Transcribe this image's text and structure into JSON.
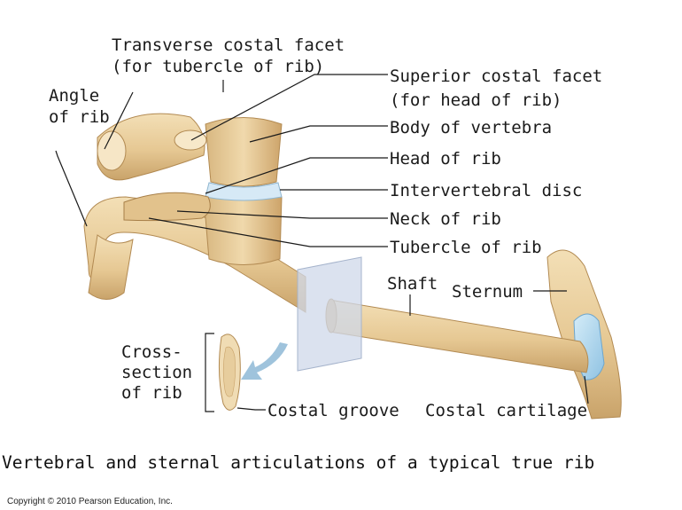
{
  "labels": {
    "transverse_costal_facet_1": "Transverse costal facet",
    "transverse_costal_facet_2": "(for tubercle of rib)",
    "angle_of_rib_1": "Angle",
    "angle_of_rib_2": "of rib",
    "superior_costal_facet_1": "Superior costal facet",
    "superior_costal_facet_2": "(for head of rib)",
    "body_of_vertebra": "Body of vertebra",
    "head_of_rib": "Head of rib",
    "intervertebral_disc": "Intervertebral disc",
    "neck_of_rib": "Neck of rib",
    "tubercle_of_rib": "Tubercle of rib",
    "shaft": "Shaft",
    "sternum": "Sternum",
    "cross_section_1": "Cross-",
    "cross_section_2": "section",
    "cross_section_3": "of rib",
    "costal_groove": "Costal groove",
    "costal_cartilage": "Costal cartilage"
  },
  "caption": "Vertebral and sternal articulations of a typical true rib",
  "copyright": "Copyright © 2010 Pearson Education, Inc.",
  "colors": {
    "bone": "#e9cfa0",
    "bone_shadow": "#c9a36a",
    "cartilage": "#a9d3ec",
    "disc": "#d6e9f6",
    "plane": "#cfd8ea",
    "arrow": "#9fc3dc"
  }
}
